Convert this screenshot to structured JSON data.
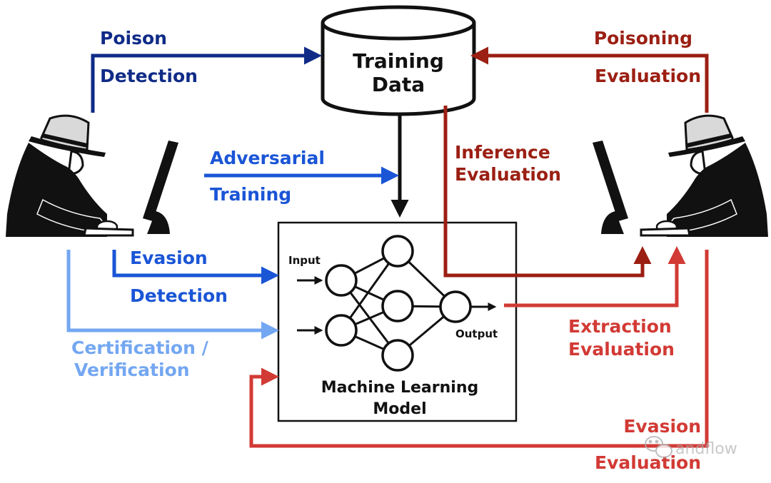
{
  "colors": {
    "dark_blue": "#0f2b87",
    "mid_blue": "#1a55d6",
    "light_blue": "#74a7f2",
    "dark_red": "#9b1f13",
    "red": "#d23a35",
    "black": "#111111",
    "watermark": "#b0b0b0"
  },
  "database": {
    "line1": "Training",
    "line2": "Data"
  },
  "model": {
    "title_line1": "Machine Learning",
    "title_line2": "Model",
    "input_label": "Input",
    "output_label": "Output"
  },
  "defenses": {
    "poison_detection": {
      "line1": "Poison",
      "line2": "Detection"
    },
    "adversarial_training": {
      "line1": "Adversarial",
      "line2": "Training"
    },
    "evasion_detection": {
      "line1": "Evasion",
      "line2": "Detection"
    },
    "certification": {
      "line1": "Certification /",
      "line2": "Verification"
    }
  },
  "attacks": {
    "poisoning_evaluation": {
      "line1": "Poisoning",
      "line2": "Evaluation"
    },
    "inference_evaluation": {
      "line1": "Inference",
      "line2": "Evaluation"
    },
    "extraction_evaluation": {
      "line1": "Extraction",
      "line2": "Evaluation"
    },
    "evasion_evaluation": {
      "line1": "Evasion",
      "line2": "Evaluation"
    }
  },
  "icons": {
    "left": "hacker-at-computer-icon",
    "right": "hacker-at-computer-icon",
    "watermark": "wechat-icon"
  },
  "watermark": {
    "text": "andflow"
  }
}
